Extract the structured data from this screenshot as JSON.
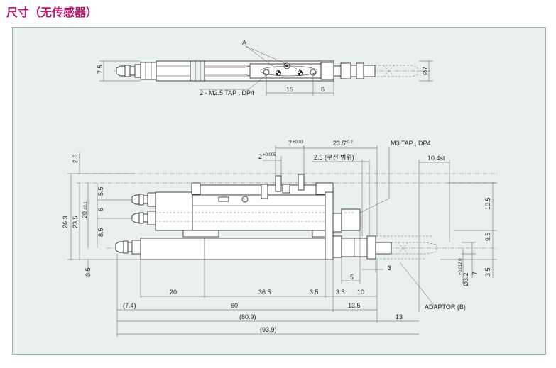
{
  "title": "尺寸（无传感器）",
  "top_view": {
    "label_a": "A",
    "dim_height": "7.5",
    "dim_dia": "Ø7",
    "dim_15": "15",
    "dim_6": "6",
    "tap_note": "2 - M2.5 TAP , DP4"
  },
  "side_view": {
    "dim_2_8": "2.8",
    "dim_7": "7",
    "dim_7_tol": "+0.03",
    "dim_2": "2",
    "dim_2_tol": "+0.005",
    "dim_23_5_top": "23.5",
    "dim_23_5_top_tol": "+0.2",
    "dim_2_5": "2.5 (쿠션 범위)",
    "tap_note": "M3 TAP , DP4",
    "dim_10_4": "10.4st",
    "dim_26_3": "26.3",
    "dim_23_5": "23.5",
    "dim_20": "20",
    "dim_20_tol": "±0.1",
    "dim_5_5": "5.5",
    "dim_6": "6",
    "dim_8_5": "8.5",
    "dim_3_5_left": "3.5",
    "dim_10_5": "10.5",
    "dim_9_5": "9.5",
    "dim_7_right": "7",
    "dim_3_5_right": "3.5",
    "dim_3_2": "Ø3.2",
    "dim_3_2_tol": "+0.012 0",
    "dim_3": "3",
    "dim_5": "5",
    "dim_b20": "20",
    "dim_b36_5": "36.5",
    "dim_b3_5a": "3.5",
    "dim_b3_5b": "3.5",
    "dim_b10": "10",
    "dim_b7_4": "(7.4)",
    "dim_b60": "60",
    "dim_b13_5": "13.5",
    "dim_b80_9": "(80.9)",
    "dim_b13": "13",
    "dim_b93_9": "(93.9)",
    "adaptor": "ADAPTOR (B)"
  }
}
